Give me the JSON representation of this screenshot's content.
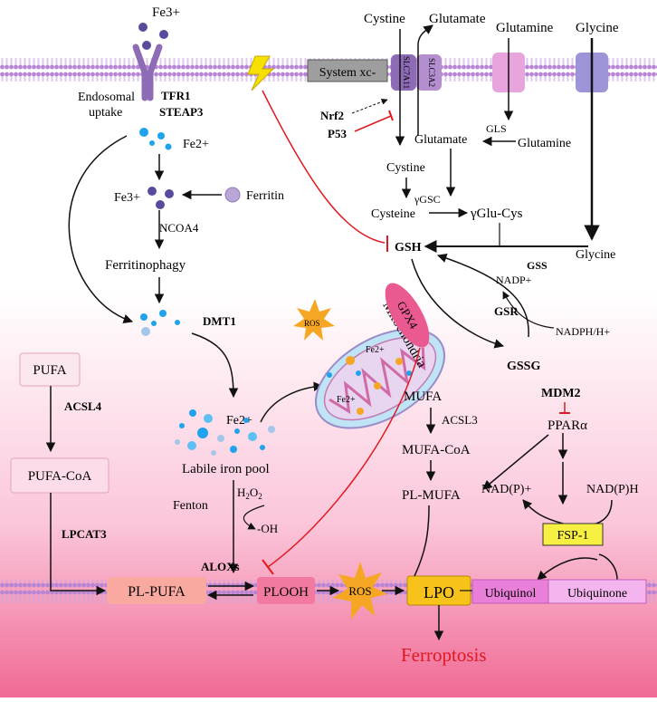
{
  "iron": {
    "fe3_top": "Fe3+",
    "tfr1": "TFR1",
    "steap3": "STEAP3",
    "endosomal": [
      "Endosomal",
      "uptake"
    ],
    "fe2": "Fe2+",
    "fe3": "Fe3+",
    "ferritin": "Ferritin",
    "ncoa4": "NCOA4",
    "ferritinophagy": "Ferritinophagy",
    "dmt1": "DMT1",
    "fe2_pool": "Fe2+",
    "labile_pool": "Labile iron pool",
    "fenton": "Fenton",
    "h2o2": "H2O2",
    "oh": "-OH"
  },
  "mito": {
    "label": "Mitochondria",
    "ros": "ROS",
    "fe2": "Fe2+"
  },
  "lipid": {
    "pufa": "PUFA",
    "acsl4": "ACSL4",
    "pufa_coa": "PUFA-CoA",
    "lpcat3": "LPCAT3",
    "alox": "ALOXs",
    "pl_pufa": "PL-PUFA",
    "plooh": "PLOOH",
    "ros": "ROS",
    "lpo": "LPO",
    "ferroptosis": "Ferroptosis"
  },
  "gsh": {
    "system_xc": "System xc-",
    "slc7a11": "SLC7A11",
    "slc3a2": "SLC3A2",
    "cystine_top": "Cystine",
    "glutamate_top": "Glutamate",
    "glutamine_top": "Glutamine",
    "glycine_top": "Glycine",
    "nrf2": "Nrf2",
    "p53": "P53",
    "glutamate": "Glutamate",
    "gls": "GLS",
    "glutamine": "Glutamine",
    "cystine": "Cystine",
    "gamma_gsc": "γGSC",
    "cysteine": "Cysteine",
    "gglu_cys": "γGlu-Cys",
    "gsh": "GSH",
    "glycine": "Glycine",
    "gss": "GSS",
    "nadp": "NADP+",
    "gsr": "GSR",
    "nadph": "NADPH/H+",
    "gpx4": "GPX4",
    "gssg": "GSSG"
  },
  "mufa": {
    "mdm2": "MDM2",
    "ppara": "PPARα",
    "mufa": "MUFA",
    "acsl3": "ACSL3",
    "mufa_coa": "MUFA-CoA",
    "pl_mufa": "PL-MUFA",
    "nadp": "NAD(P)+",
    "nadph": "NAD(P)H",
    "fsp1": "FSP-1",
    "ubiquinol": "Ubiquinol",
    "ubiquinone": "Ubiquinone"
  },
  "colors": {
    "membrane": "#b784d6",
    "red": "#e0191f",
    "orange": "#f5a623",
    "blue": "#1ea3ec",
    "purple": "#5a4a9e"
  }
}
